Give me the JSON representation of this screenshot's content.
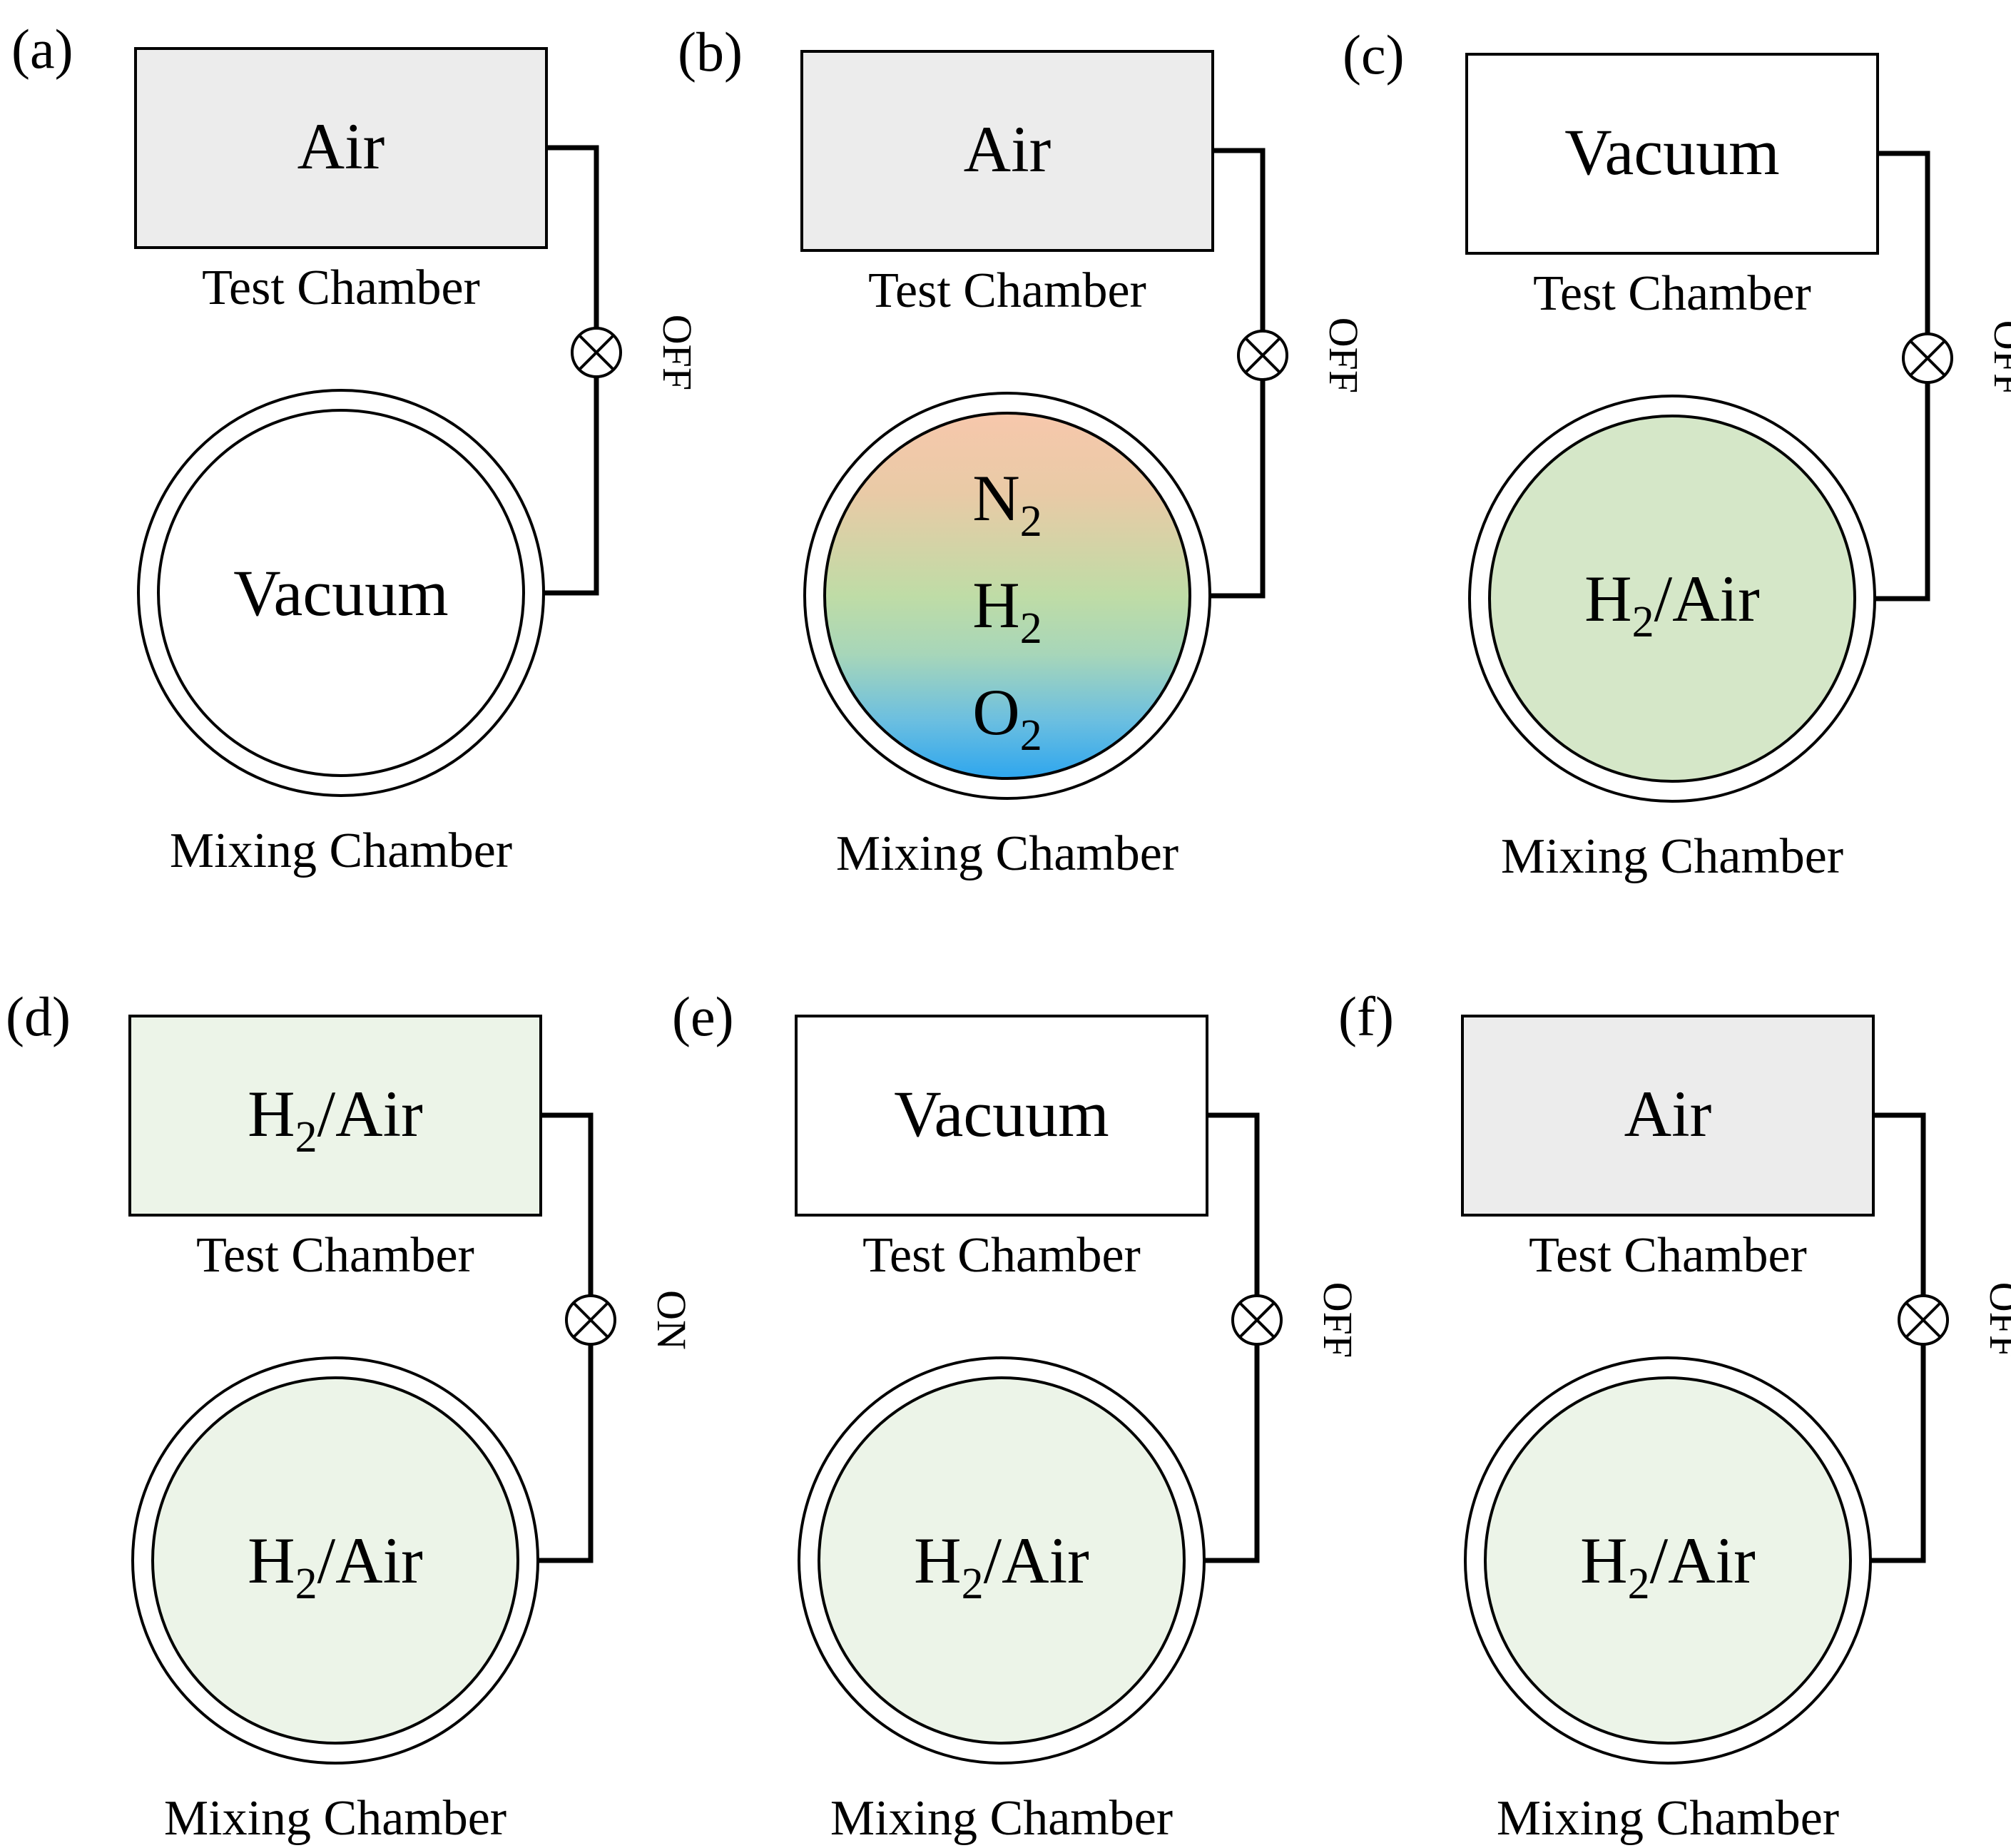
{
  "colors": {
    "air_fill": "#ececec",
    "vacuum_fill": "#ffffff",
    "mix_light_fill": "#ecf4e8",
    "mix_mid_fill": "#d5e7c8",
    "n2_tint": "#f7c8ac",
    "h2_tint": "#bfdca6",
    "o2_tint": "#2ea6ee"
  },
  "panels": [
    {
      "label": "(a)",
      "test_chamber": {
        "text": "Air",
        "sub": "",
        "rest": "",
        "fill": "#ececec",
        "caption": "Test Chamber"
      },
      "valve": {
        "state": "OFF",
        "icon": "valve-icon"
      },
      "mixing_chamber": {
        "text": "Vacuum",
        "sub": "",
        "rest": "",
        "fill": "#ffffff",
        "caption": "Mixing Chamber"
      }
    },
    {
      "label": "(b)",
      "test_chamber": {
        "text": "Air",
        "sub": "",
        "rest": "",
        "fill": "#ececec",
        "caption": "Test Chamber"
      },
      "valve": {
        "state": "OFF",
        "icon": "valve-icon"
      },
      "mixing_chamber": {
        "layers": [
          {
            "text": "N",
            "sub": "2"
          },
          {
            "text": "H",
            "sub": "2"
          },
          {
            "text": "O",
            "sub": "2"
          }
        ],
        "fill": "gradient",
        "caption": "Mixing Chamber"
      }
    },
    {
      "label": "(c)",
      "test_chamber": {
        "text": "Vacuum",
        "sub": "",
        "rest": "",
        "fill": "#ffffff",
        "caption": "Test Chamber"
      },
      "valve": {
        "state": "OFF",
        "icon": "valve-icon"
      },
      "mixing_chamber": {
        "text": "H",
        "sub": "2",
        "rest": "/Air",
        "fill": "#d5e7c8",
        "caption": "Mixing Chamber"
      }
    },
    {
      "label": "(d)",
      "test_chamber": {
        "text": "H",
        "sub": "2",
        "rest": "/Air",
        "fill": "#ecf4e8",
        "caption": "Test Chamber"
      },
      "valve": {
        "state": "ON",
        "icon": "valve-icon"
      },
      "mixing_chamber": {
        "text": "H",
        "sub": "2",
        "rest": "/Air",
        "fill": "#ecf4e8",
        "caption": "Mixing Chamber"
      }
    },
    {
      "label": "(e)",
      "test_chamber": {
        "text": "Vacuum",
        "sub": "",
        "rest": "",
        "fill": "#ffffff",
        "caption": "Test Chamber"
      },
      "valve": {
        "state": "OFF",
        "icon": "valve-icon"
      },
      "mixing_chamber": {
        "text": "H",
        "sub": "2",
        "rest": "/Air",
        "fill": "#ecf4e8",
        "caption": "Mixing Chamber"
      }
    },
    {
      "label": "(f)",
      "test_chamber": {
        "text": "Air",
        "sub": "",
        "rest": "",
        "fill": "#ececec",
        "caption": "Test Chamber"
      },
      "valve": {
        "state": "OFF",
        "icon": "valve-icon"
      },
      "mixing_chamber": {
        "text": "H",
        "sub": "2",
        "rest": "/Air",
        "fill": "#ecf4e8",
        "caption": "Mixing Chamber"
      }
    }
  ]
}
